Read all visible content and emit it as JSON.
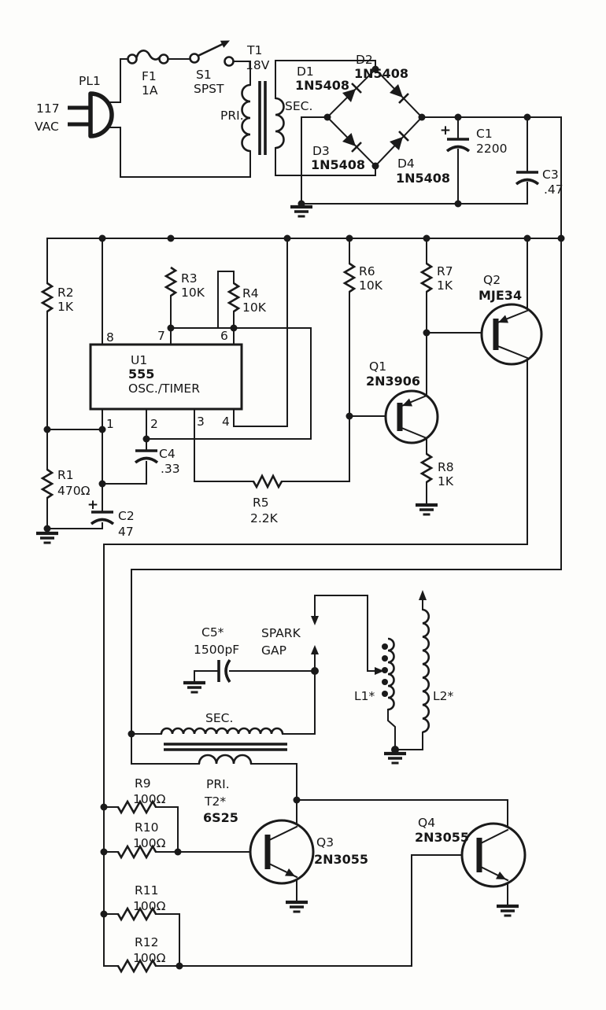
{
  "schematic": {
    "components": {
      "pl1": {
        "ref": "PL1",
        "input_line1": "117",
        "input_line2": "VAC"
      },
      "f1": {
        "ref": "F1",
        "value": "1A"
      },
      "s1": {
        "ref": "S1",
        "value": "SPST"
      },
      "t1": {
        "ref": "T1",
        "value": "18V",
        "pri": "PRI.",
        "sec": "SEC."
      },
      "d1": {
        "ref": "D1",
        "value": "1N5408"
      },
      "d2": {
        "ref": "D2",
        "value": "1N5408"
      },
      "d3": {
        "ref": "D3",
        "value": "1N5408"
      },
      "d4": {
        "ref": "D4",
        "value": "1N5408"
      },
      "c1": {
        "ref": "C1",
        "value": "2200",
        "plus": "+"
      },
      "c2": {
        "ref": "C2",
        "value": "47",
        "plus": "+"
      },
      "c3": {
        "ref": "C3",
        "value": ".47"
      },
      "c4": {
        "ref": "C4",
        "value": ".33"
      },
      "c5": {
        "ref": "C5*",
        "value": "1500pF"
      },
      "r1": {
        "ref": "R1",
        "value": "470Ω"
      },
      "r2": {
        "ref": "R2",
        "value": "1K"
      },
      "r3": {
        "ref": "R3",
        "value": "10K"
      },
      "r4": {
        "ref": "R4",
        "value": "10K"
      },
      "r5": {
        "ref": "R5",
        "value": "2.2K"
      },
      "r6": {
        "ref": "R6",
        "value": "10K"
      },
      "r7": {
        "ref": "R7",
        "value": "1K"
      },
      "r8": {
        "ref": "R8",
        "value": "1K"
      },
      "r9": {
        "ref": "R9",
        "value": "100Ω"
      },
      "r10": {
        "ref": "R10",
        "value": "100Ω"
      },
      "r11": {
        "ref": "R11",
        "value": "100Ω"
      },
      "r12": {
        "ref": "R12",
        "value": "100Ω"
      },
      "u1": {
        "ref": "U1",
        "value": "555",
        "desc": "OSC./TIMER",
        "pins_top": [
          "8",
          "7",
          "6"
        ],
        "pins_bottom": [
          "1",
          "2",
          "3",
          "4"
        ]
      },
      "q1": {
        "ref": "Q1",
        "value": "2N3906"
      },
      "q2": {
        "ref": "Q2",
        "value": "MJE34"
      },
      "q3": {
        "ref": "Q3",
        "value": "2N3055"
      },
      "q4": {
        "ref": "Q4",
        "value": "2N3055"
      },
      "t2": {
        "ref": "T2*",
        "value": "6S25",
        "pri": "PRI.",
        "sec": "SEC."
      },
      "l1": {
        "ref": "L1*"
      },
      "l2": {
        "ref": "L2*"
      },
      "spark_gap": {
        "line1": "SPARK",
        "line2": "GAP"
      }
    }
  }
}
